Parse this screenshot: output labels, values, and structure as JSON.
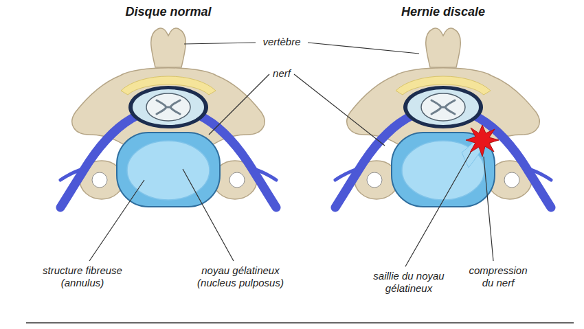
{
  "diagram": {
    "labels": [
      "Disque normal",
      "Hernie discale",
      "vertèbre",
      "nerf",
      "structure fibreuse (annulus)",
      "noyau gélatineux (nucleus pulposus)",
      "saillie du noyau gélatineux",
      "compression du nerf"
    ]
  }
}
